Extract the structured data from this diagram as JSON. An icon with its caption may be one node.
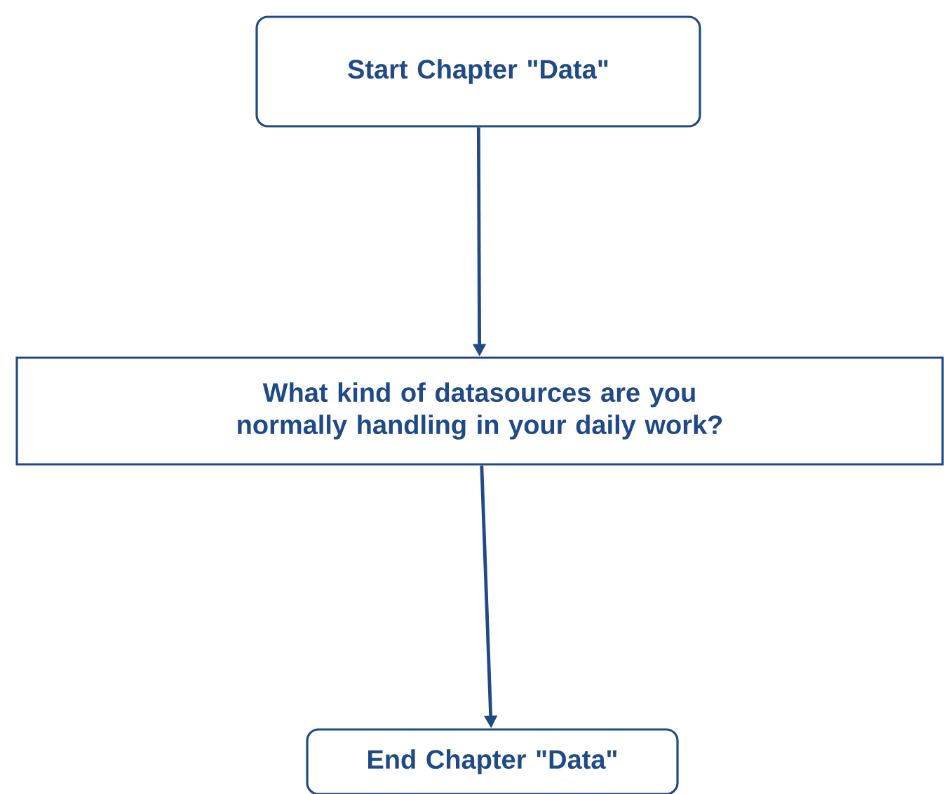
{
  "diagram": {
    "nodes": [
      {
        "text": [
          "Start Chapter \"Data\""
        ]
      },
      {
        "text": [
          "What kind of datasources are you normally handling in your daily work?"
        ]
      },
      {
        "text": [
          "End Chapter \"Data\""
        ]
      }
    ],
    "edges": [
      {
        "from": 0,
        "to": 1,
        "arrow": "to"
      },
      {
        "from": 1,
        "to": 2,
        "arrow": "to"
      }
    ]
  }
}
